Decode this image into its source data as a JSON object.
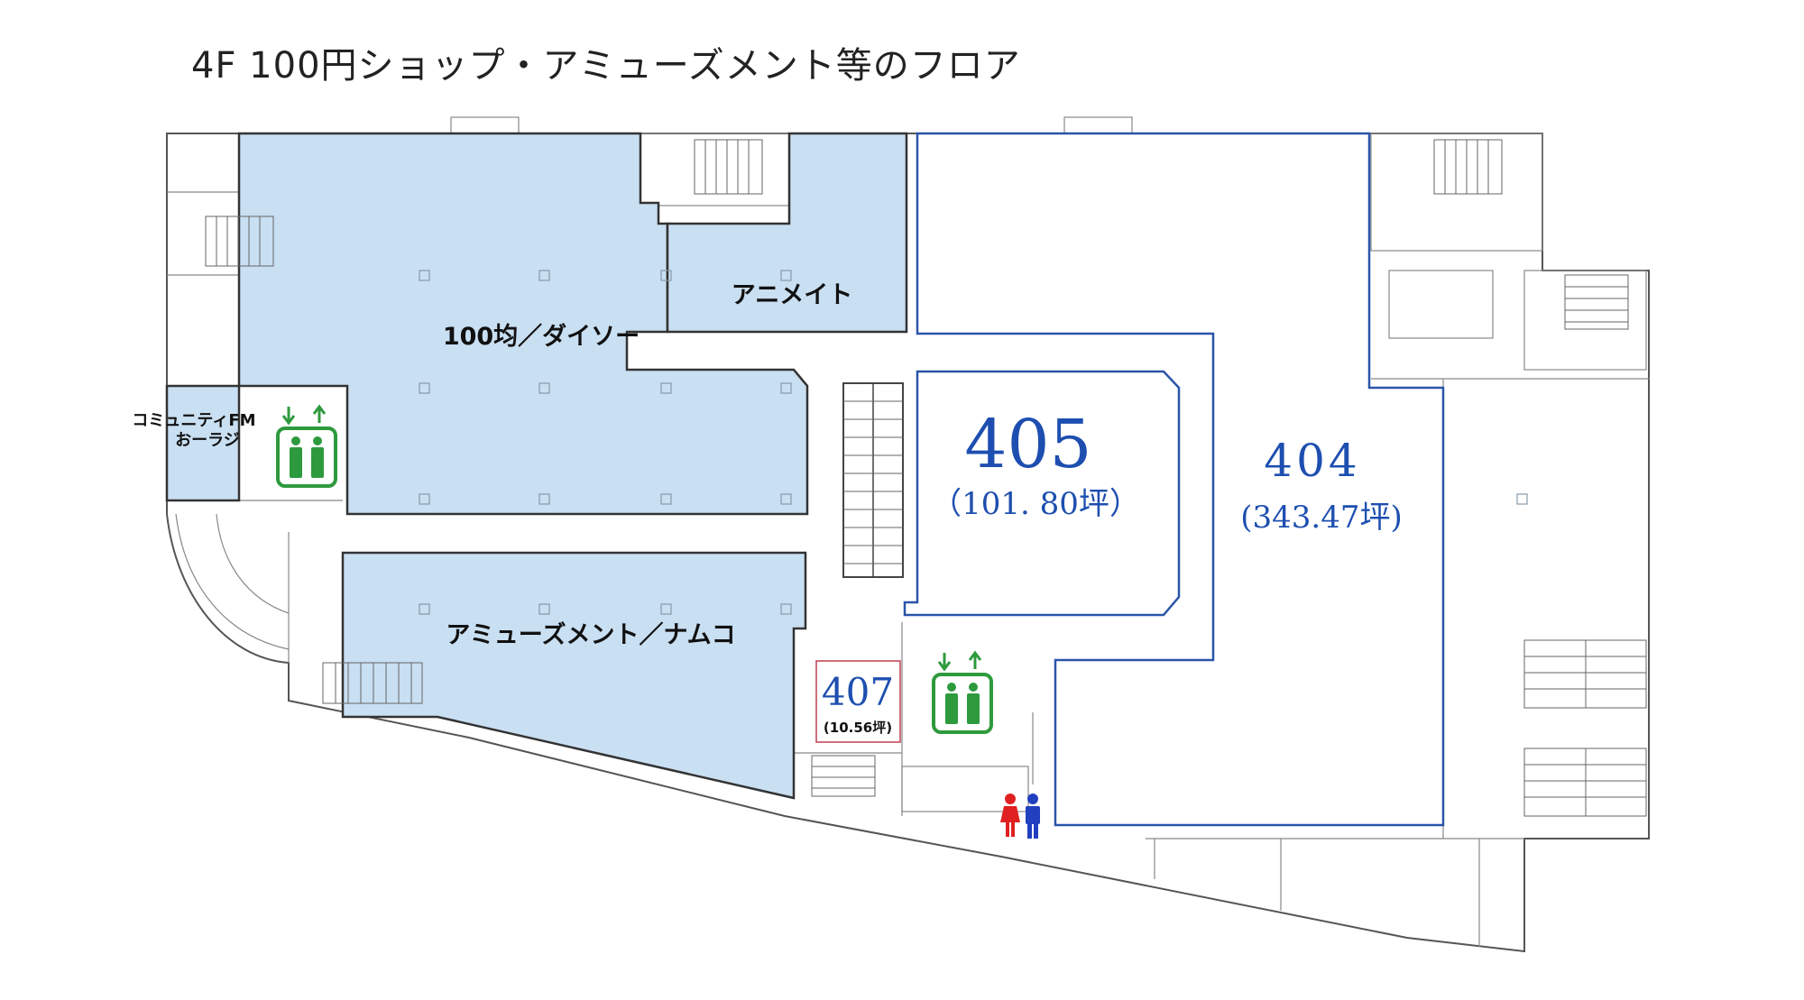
{
  "title": "4F  100円ショップ・アミューズメント等のフロア",
  "rooms": {
    "daiso": "100均／ダイソー",
    "animate": "アニメイト",
    "namco": "アミューズメント／ナムコ",
    "community_fm_line1": "コミュニティFM",
    "community_fm_line2": "おーラジ"
  },
  "units": {
    "u405": {
      "number": "405",
      "area": "（101. 80坪）"
    },
    "u404": {
      "number": "404",
      "area": "(343.47坪)"
    },
    "u407": {
      "number": "407",
      "area": "(10.56坪)"
    }
  },
  "colors": {
    "tenant_fill": "#c9dff2",
    "vacant_outline": "#2a55a8",
    "unit_text": "#1e4fb0",
    "elevator": "#2e9a3e",
    "restroom_women": "#e02020",
    "restroom_men": "#2040c0"
  },
  "icons": [
    "elevator-icon",
    "restroom-women-icon",
    "restroom-men-icon",
    "escalator-icon",
    "staircase-icon"
  ]
}
